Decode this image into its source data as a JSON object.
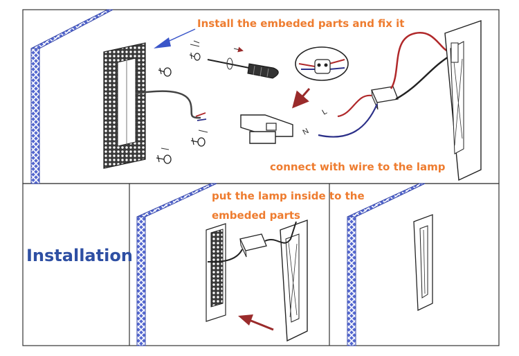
{
  "captions": {
    "step1": "Install the embeded parts and fix it",
    "step2": "connect with wire to the lamp",
    "step3_line1": "put the lamp inside to the",
    "step3_line2": "embeded parts"
  },
  "title": "Installation",
  "wire_labels": {
    "live": "L",
    "neutral": "N"
  },
  "colors": {
    "caption": "#ee7c2f",
    "title": "#2e4fa3",
    "wall": "#5468d0",
    "arrow_blue": "#3a56c9",
    "arrow_red": "#9a2b2b",
    "wire_red": "#b0282a",
    "wire_blue": "#2b2f88"
  }
}
